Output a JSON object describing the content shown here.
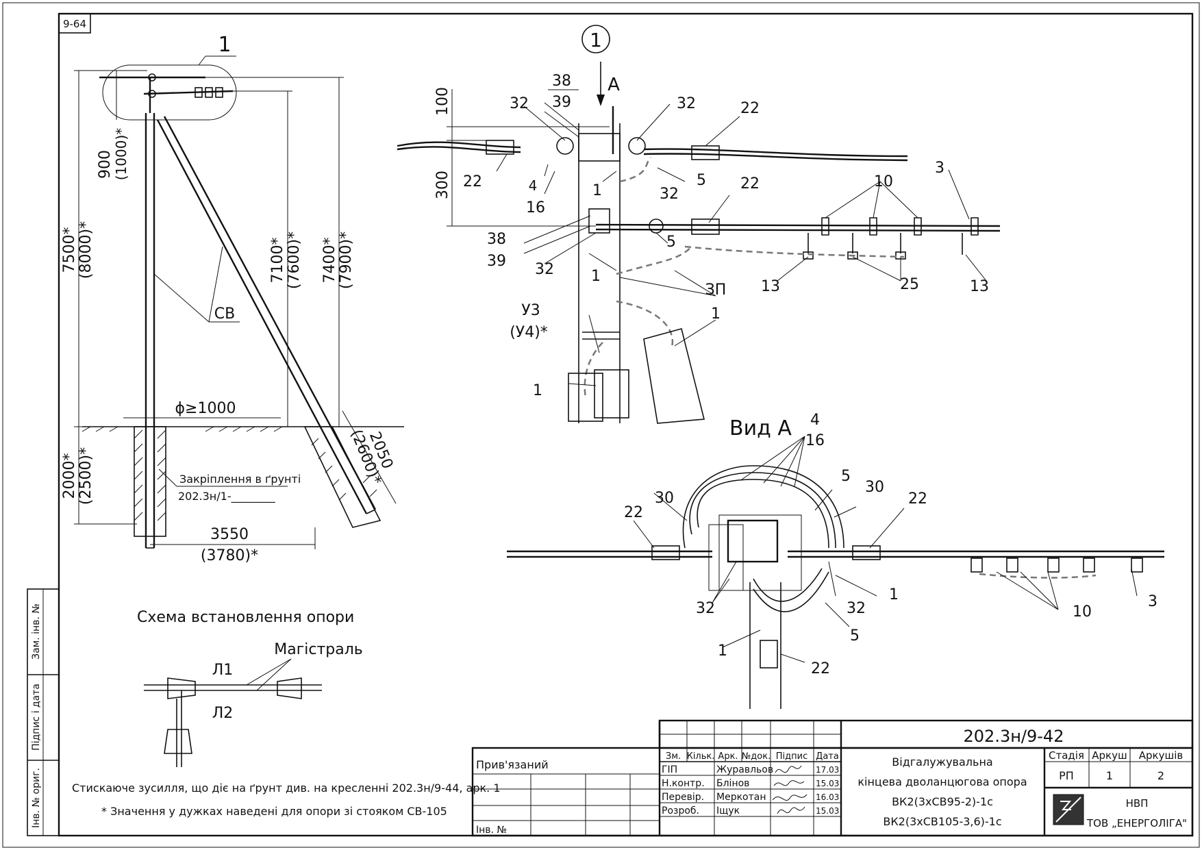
{
  "sheet": {
    "corner_code": "9-64",
    "frame_color": "#111111"
  },
  "side_stamp": {
    "zam_inv": "Зам. інв. №",
    "pidpys_data": "Підпис і дата",
    "inv_oryg": "Інв. № ориг."
  },
  "left_view": {
    "callout": "1",
    "dim_900": "900",
    "dim_900_alt": "(1000)*",
    "dim_7500": "7500*",
    "dim_7500_alt": "(8000)*",
    "dim_7100": "7100*",
    "dim_7100_alt": "(7600)*",
    "dim_7400": "7400*",
    "dim_7400_alt": "(7900)*",
    "label_sv": "СВ",
    "phi": "ϕ≥1000",
    "dim_2000": "2000*",
    "dim_2000_alt": "(2500)*",
    "ground_fix": "Закріплення в ґрунті",
    "ground_ref": "202.3н/1-________",
    "dim_3550": "3550",
    "dim_3550_alt": "(3780)*",
    "dim_2050": "2050",
    "dim_2050_alt": "(2600)*"
  },
  "schema": {
    "title": "Схема встановлення опори",
    "l1": "Л1",
    "l2": "Л2",
    "main_line": "Магістраль"
  },
  "notes": {
    "note1": "Стискаюче зусилля, що діє на ґрунт див. на кресленні 202.3н/9-44, арк. 1",
    "note2": "* Значення у дужках наведені для опори зі стояком СВ-105"
  },
  "top_view": {
    "callout": "1",
    "arrow_a": "А",
    "dim_100": "100",
    "dim_300": "300",
    "labels": {
      "l38a": "38",
      "l39a": "39",
      "l32a": "32",
      "l32b": "32",
      "l22a": "22",
      "l22b": "22",
      "l4": "4",
      "l16": "16",
      "l1a": "1",
      "l5a": "5",
      "l22c": "22",
      "l32c": "32",
      "l10": "10",
      "l3": "3",
      "l38b": "38",
      "l39b": "39",
      "l32d": "32",
      "l5b": "5",
      "l1b": "1",
      "l13a": "13",
      "l25": "25",
      "l13b": "13",
      "l3p": "ЗП",
      "l1c": "1",
      "u3": "У3",
      "u4": "(У4)*",
      "l1d": "1"
    }
  },
  "view_a": {
    "title": "Вид А",
    "labels": {
      "l4": "4",
      "l16": "16",
      "l5a": "5",
      "l30a": "30",
      "l30b": "30",
      "l22a": "22",
      "l22b": "22",
      "l32a": "32",
      "l1a": "1",
      "l32b": "32",
      "l10": "10",
      "l3": "3",
      "l5b": "5",
      "l1b": "1",
      "l22c": "22"
    }
  },
  "title_block": {
    "doc_code": "202.3н/9-42",
    "pryvyazanyi": "Прив'язаний",
    "inv_no": "Інв. №",
    "headers": [
      "Зм.",
      "Кільк.",
      "Арк.",
      "№док.",
      "Підпис",
      "Дата"
    ],
    "rows": [
      {
        "role": "ГІП",
        "name": "Журавльов",
        "date": "17.03"
      },
      {
        "role": "Н.контр.",
        "name": "Блінов",
        "date": "15.03"
      },
      {
        "role": "Перевір.",
        "name": "Меркотан",
        "date": "16.03"
      },
      {
        "role": "Розроб.",
        "name": "Іщук",
        "date": "15.03"
      }
    ],
    "description": [
      "Відгалужувальна",
      "кінцева дволанцюгова опора",
      "ВК2(3хСВ95-2)-1с",
      "ВК2(3хСВ105-3,6)-1с"
    ],
    "stage_header": "Стадія",
    "sheet_header": "Аркуш",
    "sheets_header": "Аркушів",
    "stage": "РП",
    "sheet_no": "1",
    "sheets_total": "2",
    "company_line1": "НВП",
    "company_line2": "ТОВ „ЕНЕРГОЛІГА\""
  }
}
